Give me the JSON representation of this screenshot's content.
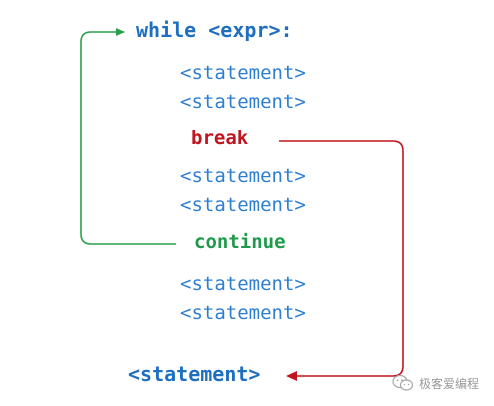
{
  "code": {
    "while_line": "while <expr>:",
    "statement": "<statement>",
    "break_kw": "break",
    "continue_kw": "continue",
    "after_loop": "<statement>"
  },
  "colors": {
    "keyword_blue": "#1f6fc0",
    "statement_blue": "#2f7fd1",
    "break_red": "#c0151e",
    "continue_green": "#1f9a4a",
    "arrow_green": "#2aa04a",
    "arrow_red": "#c0151e"
  },
  "watermark": {
    "text": "极客爱编程",
    "icon": "wechat-icon"
  }
}
